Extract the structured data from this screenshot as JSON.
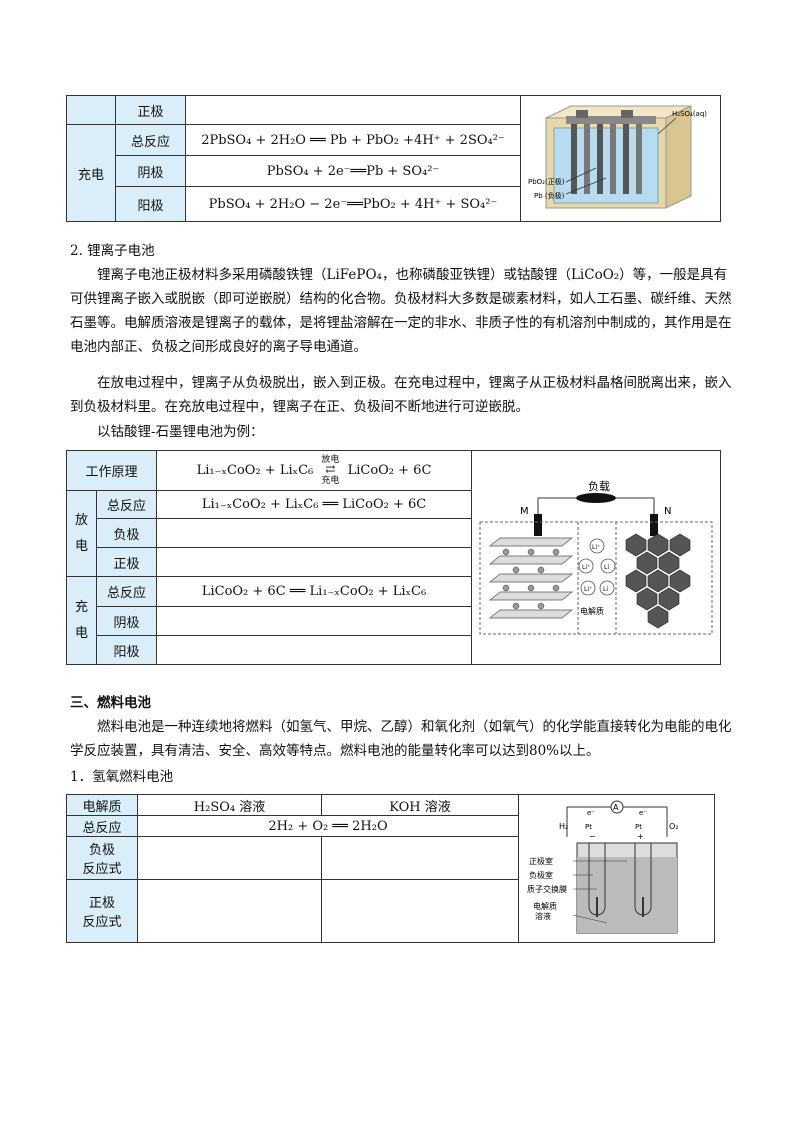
{
  "table1": {
    "rows": [
      {
        "label": "正极",
        "formula": ""
      },
      {
        "label": "总反应",
        "formula": "2PbSO₄ + 2H₂O ══ Pb + PbO₂ +4H⁺ + 2SO₄²⁻"
      },
      {
        "label": "阴极",
        "formula": "PbSO₄ + 2e⁻══Pb +  SO₄²⁻"
      },
      {
        "label": "阳极",
        "formula": "PbSO₄ + 2H₂O − 2e⁻══PbO₂ + 4H⁺ +  SO₄²⁻"
      }
    ],
    "group_label": "充电",
    "figure": {
      "label_h2so4": "H₂SO₄(aq)",
      "label_pbo2": "PbO₂(正极)",
      "label_pb": "Pb (负极)"
    }
  },
  "section2": {
    "heading": "2. 锂离子电池",
    "para1": "锂离子电池正极材料多采用磷酸铁锂（LiFePO₄，也称磷酸亚铁锂）或钴酸锂（LiCoO₂）等，一般是具有可供锂离子嵌入或脱嵌（即可逆嵌脱）结构的化合物。负极材料大多数是碳素材料，如人工石墨、碳纤维、天然石墨等。电解质溶液是锂离子的载体，是将锂盐溶解在一定的非水、非质子性的有机溶剂中制成的，其作用是在电池内部正、负极之间形成良好的离子导电通道。",
    "para2": "在放电过程中，锂离子从负极脱出，嵌入到正极。在充电过程中，锂离子从正极材料晶格间脱离出来，嵌入到负极材料里。在充放电过程中，锂离子在正、负极间不断地进行可逆嵌脱。",
    "para3": "以钴酸锂-石墨锂电池为例："
  },
  "table2": {
    "work_label": "工作原理",
    "work_left": "Li₁₋ₓCoO₂ + LiₓC₆",
    "work_top": "放电",
    "work_bottom": "充电",
    "work_right": "LiCoO₂ + 6C",
    "discharge_label": "放电",
    "charge_label": "充电",
    "discharge_rows": [
      {
        "label": "总反应",
        "formula": "Li₁₋ₓCoO₂ + LiₓC₆ ══ LiCoO₂ + 6C"
      },
      {
        "label": "负极",
        "formula": ""
      },
      {
        "label": "正极",
        "formula": ""
      }
    ],
    "charge_rows": [
      {
        "label": "总反应",
        "formula": "LiCoO₂ + 6C ══ Li₁₋ₓCoO₂ + LiₓC₆"
      },
      {
        "label": "阴极",
        "formula": ""
      },
      {
        "label": "阳极",
        "formula": ""
      }
    ],
    "figure": {
      "load": "负载",
      "m": "M",
      "n": "N",
      "electrolyte": "电解质",
      "ion": "Li⁺",
      "li": "Li"
    }
  },
  "section3": {
    "heading": "三、燃料电池",
    "para1": "燃料电池是一种连续地将燃料（如氢气、甲烷、乙醇）和氧化剂（如氧气）的化学能直接转化为电能的电化学反应装置，具有清洁、安全、高效等特点。燃料电池的能量转化率可以达到80%以上。",
    "sub_heading": "1．氢氧燃料电池"
  },
  "table3": {
    "col_label": "电解质",
    "col_acid": "H₂SO₄ 溶液",
    "col_base": "KOH 溶液",
    "total_label": "总反应",
    "total_formula": "2H₂ + O₂ ══ 2H₂O",
    "neg_label_1": "负极",
    "neg_label_2": "反应式",
    "pos_label_1": "正极",
    "pos_label_2": "反应式",
    "figure": {
      "a": "A",
      "e1": "e⁻",
      "e2": "e⁻",
      "h2": "H₂",
      "o2": "O₂",
      "pt1": "Pt",
      "pt2": "Pt",
      "minus": "−",
      "plus": "+",
      "pos_room": "正极室",
      "neg_room": "负极室",
      "membrane": "质子交换膜",
      "electrolyte1": "电解质",
      "electrolyte2": "溶液"
    }
  }
}
